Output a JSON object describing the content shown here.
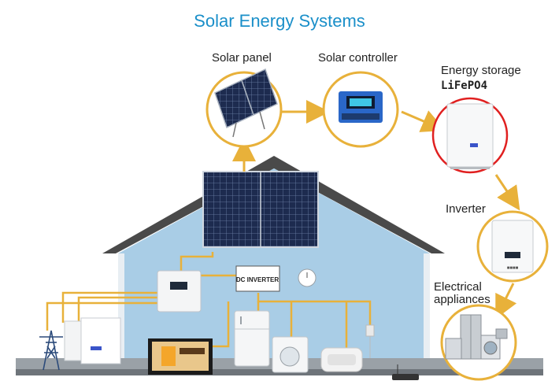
{
  "title": "Solar Energy Systems",
  "labels": {
    "solar_panel": "Solar panel",
    "solar_controller": "Solar controller",
    "energy_storage": "Energy storage",
    "battery_type": "LiFePO4",
    "inverter": "Inverter",
    "appliances_line1": "Electrical",
    "appliances_line2": "appliances"
  },
  "house": {
    "dc_inverter_label": "DC INVERTER"
  },
  "colors": {
    "title": "#1a8fc9",
    "flow_line": "#e8b13a",
    "house_wall": "#a9cde6",
    "roof_outline": "#555555",
    "storage_highlight": "#e02020"
  },
  "icons": [
    "solar-panel-icon",
    "solar-controller-icon",
    "battery-icon",
    "inverter-icon",
    "appliances-icon",
    "power-tower-icon"
  ]
}
